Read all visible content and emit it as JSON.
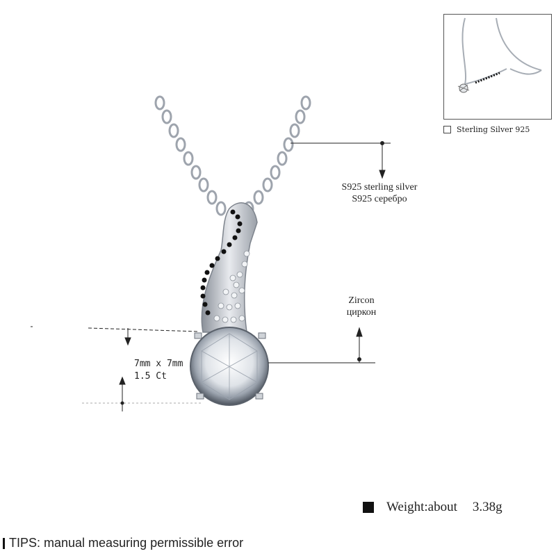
{
  "thumbnail": {
    "caption": "Sterling Silver 925"
  },
  "annotations": {
    "material_en": "S925 sterling silver",
    "material_ru": "S925 серебро",
    "stone_en": "Zircon",
    "stone_ru": "циркон",
    "size": "7mm x 7mm",
    "carat": "1.5 Ct"
  },
  "footer": {
    "weight_label": "Weight:about",
    "weight_value": "3.38g",
    "tips": "TIPS: manual measuring permissible error"
  },
  "colors": {
    "silver": "#c9ccd1",
    "black_stone": "#111111",
    "line": "#222222"
  }
}
